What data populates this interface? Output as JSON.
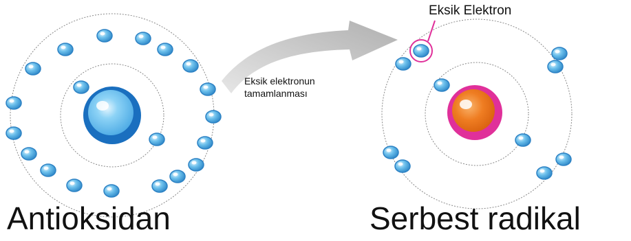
{
  "antioxidant": {
    "label": "Antioksidan"
  },
  "free_radical": {
    "label": "Serbest radikal"
  },
  "arrow": {
    "label_line1": "Eksik elektronun",
    "label_line2": "tamamlanması"
  },
  "missing_electron": {
    "label": "Eksik Elektron"
  },
  "colors": {
    "orbit": "#888888",
    "electron": "#5bb4e6",
    "electron_dark": "#2d82c4",
    "nucleus_antioxidant": "#1a6fbf",
    "nucleus_antioxidant_inner": "#7ccaf2",
    "nucleus_radical_ring": "#e0309a",
    "nucleus_radical_core": "#ee7a1c",
    "highlight_circle": "#e0309a",
    "arrow": "#b7b7b7"
  }
}
